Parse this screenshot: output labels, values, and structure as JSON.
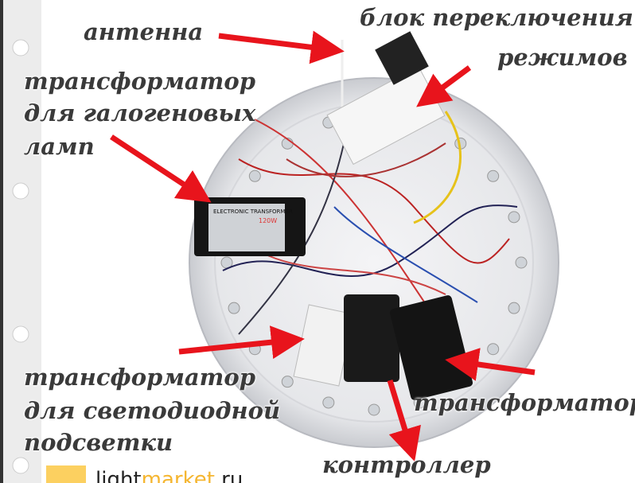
{
  "labels": {
    "antenna": "антенна",
    "mode_switch_line1": "блок переключения",
    "mode_switch_line2": "режимов",
    "halogen_line1": "трансформатор",
    "halogen_line2": "для галогеновых",
    "halogen_line3": "ламп",
    "led_line1": "трансформатор",
    "led_line2": "для светодиодной",
    "led_line3": "подсветки",
    "transformer": "трансформатор",
    "controller": "контроллер"
  },
  "device_text": {
    "transformer_title": "ELECTRONIC TRANSFORMER",
    "transformer_power": "120W"
  },
  "watermark": {
    "part1": "light",
    "part2": "market",
    "part3": ".ru"
  },
  "colors": {
    "arrow": "#e8141c",
    "label": "#3a3a3a",
    "accent": "#f5b631"
  }
}
